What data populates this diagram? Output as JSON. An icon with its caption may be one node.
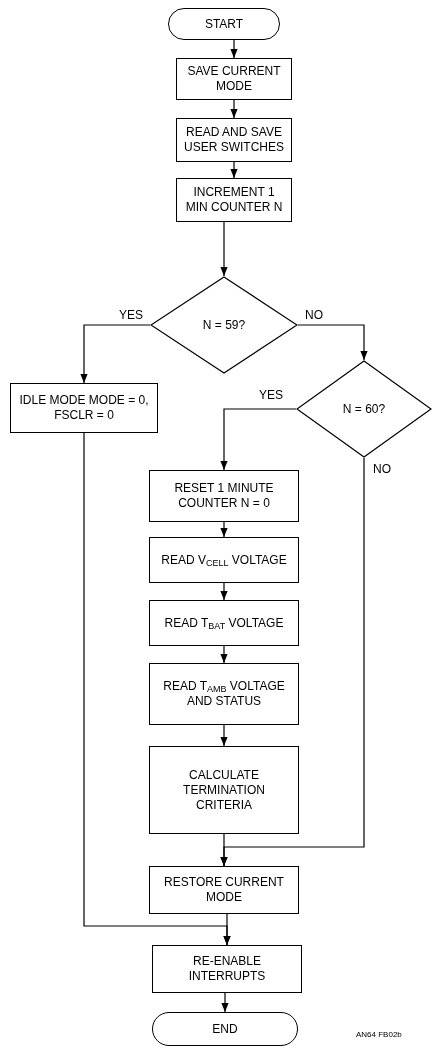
{
  "diagram": {
    "nodes": [
      {
        "text": [
          "START"
        ]
      },
      {
        "text": [
          "SAVE CURRENT MODE"
        ]
      },
      {
        "text": [
          "READ AND SAVE USER SWITCHES"
        ]
      },
      {
        "text": [
          "INCREMENT 1 MIN COUNTER N"
        ]
      },
      {
        "text": [
          "N = 59?"
        ]
      },
      {
        "text": [
          "IDLE MODE MODE = 0, FSCLR = 0"
        ]
      },
      {
        "text": [
          "N = 60?"
        ]
      },
      {
        "text": [
          "RESET 1 MINUTE COUNTER N = 0"
        ]
      },
      {
        "text": [
          "READ V$_{CELL}$ VOLTAGE"
        ]
      },
      {
        "text": [
          "READ T$_{BAT}$ VOLTAGE"
        ]
      },
      {
        "text": [
          "READ T$_{AMB}$ VOLTAGE AND STATUS"
        ]
      },
      {
        "text": [
          "CALCULATE TERMINATION CRITERIA"
        ]
      },
      {
        "text": [
          "RESTORE CURRENT MODE"
        ]
      },
      {
        "text": [
          "RE-ENABLE INTERRUPTS"
        ]
      },
      {
        "text": [
          "END"
        ]
      }
    ],
    "edges": [
      {
        "from": 0,
        "to": 1,
        "arrow": "to"
      },
      {
        "from": 1,
        "to": 2,
        "arrow": "to"
      },
      {
        "from": 2,
        "to": 3,
        "arrow": "to"
      },
      {
        "from": 3,
        "to": 4,
        "arrow": "to"
      },
      {
        "from": 4,
        "to": 5,
        "arrow": "to",
        "label": "YES"
      },
      {
        "from": 4,
        "to": 6,
        "arrow": "to",
        "label": "NO"
      },
      {
        "from": 6,
        "to": 7,
        "arrow": "to",
        "label": "YES"
      },
      {
        "from": 6,
        "to": 12,
        "arrow": "to",
        "label": "NO"
      },
      {
        "from": 7,
        "to": 8,
        "arrow": "to"
      },
      {
        "from": 8,
        "to": 9,
        "arrow": "to"
      },
      {
        "from": 9,
        "to": 10,
        "arrow": "to"
      },
      {
        "from": 10,
        "to": 11,
        "arrow": "to"
      },
      {
        "from": 11,
        "to": 12,
        "arrow": "to"
      },
      {
        "from": 5,
        "to": 13,
        "arrow": "to"
      },
      {
        "from": 12,
        "to": 13,
        "arrow": "to"
      },
      {
        "from": 13,
        "to": 14,
        "arrow": "to"
      }
    ],
    "labels": [
      "AN64 FB02b"
    ]
  }
}
